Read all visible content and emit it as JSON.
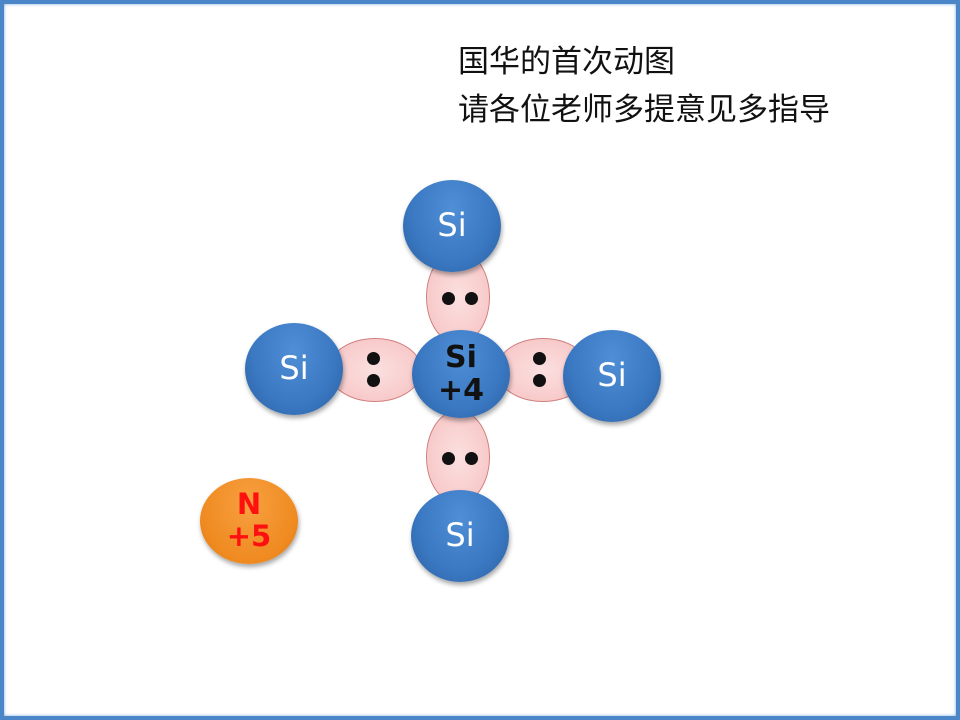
{
  "title": {
    "line1": "国华的首次动图",
    "line2": "请各位老师多提意见多指导"
  },
  "atoms": {
    "top": "Si",
    "left": "Si",
    "right": "Si",
    "bottom": "Si",
    "center": {
      "symbol": "Si",
      "charge": "+4"
    },
    "dopant": {
      "symbol": "N",
      "charge": "+5"
    }
  },
  "colors": {
    "atom": "#3a78c2",
    "bond": "#f7c0c0",
    "dopant": "#ef8a20",
    "dopant_text": "#ff1010",
    "frame": "#4a86c8"
  }
}
